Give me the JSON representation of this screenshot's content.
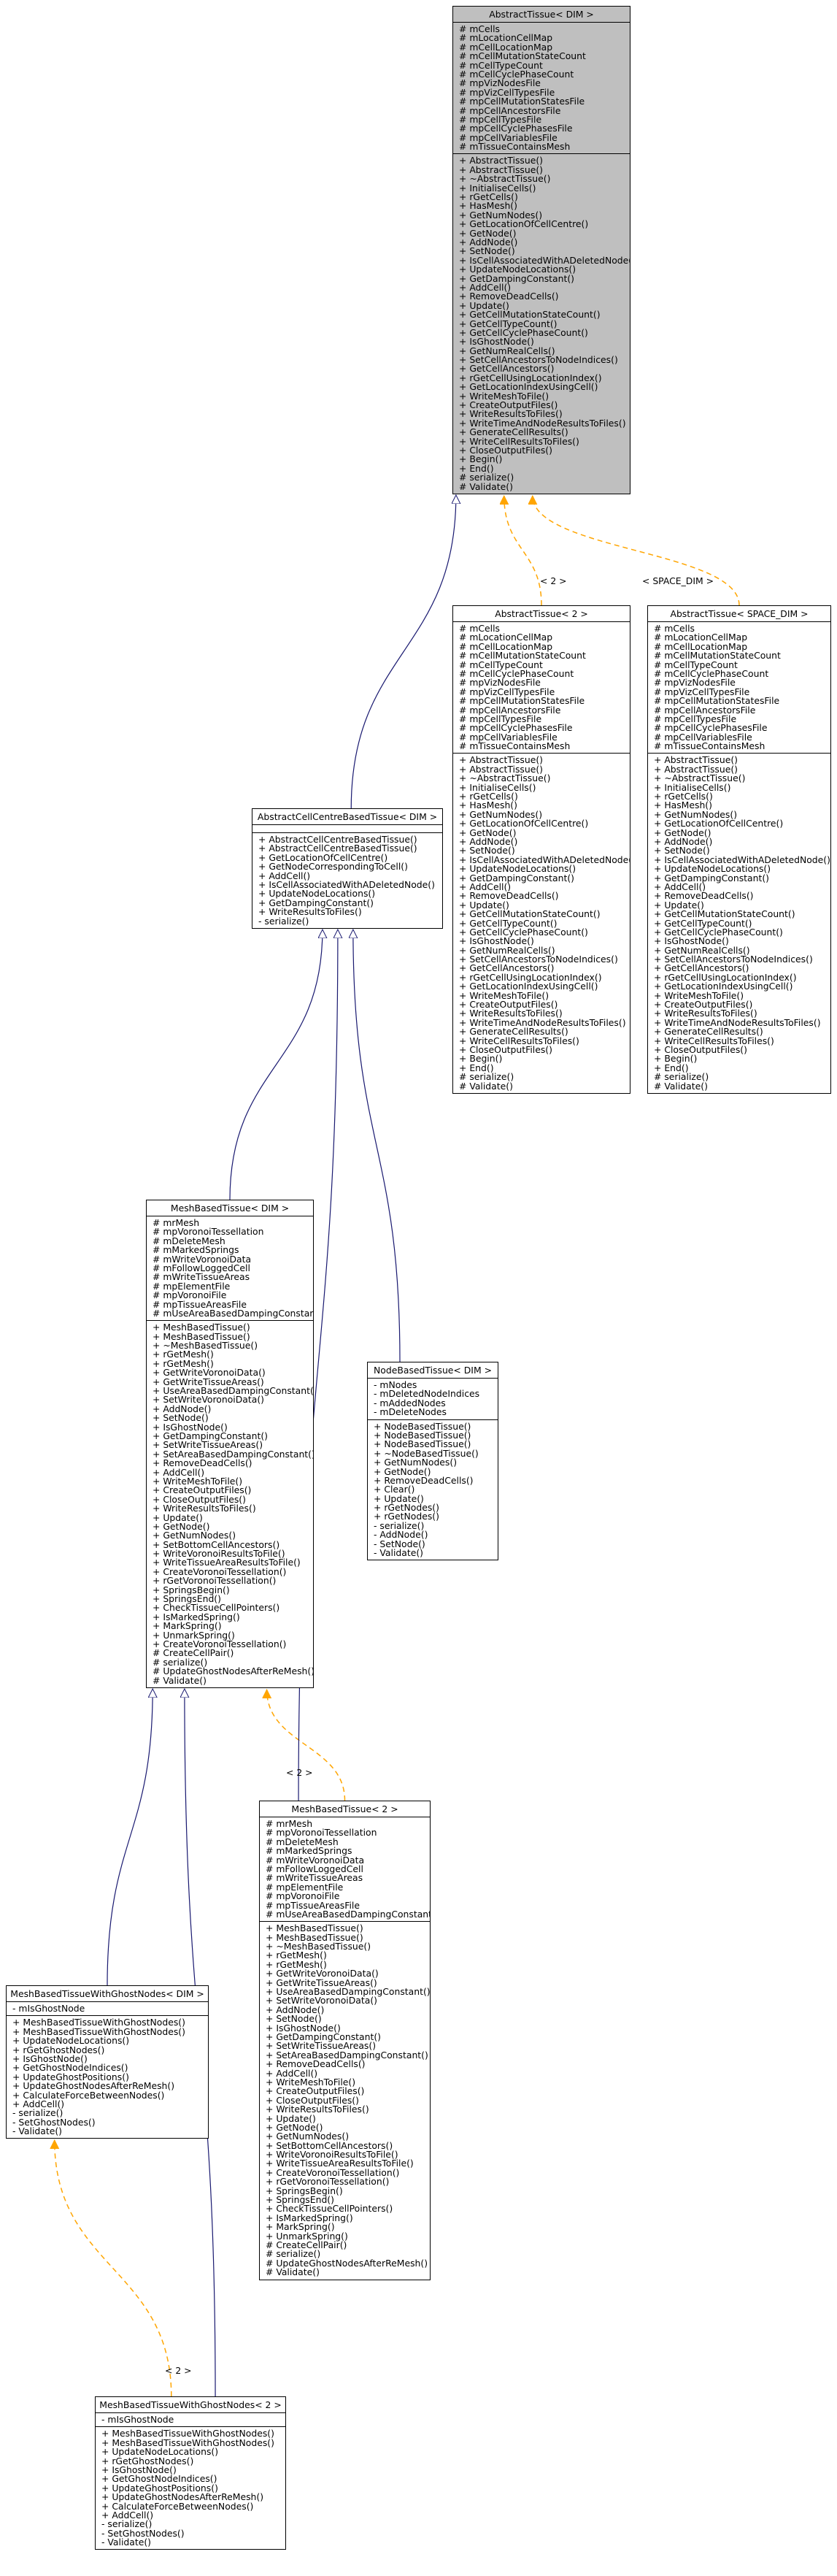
{
  "colors": {
    "inheritance": "#191970",
    "template": "#ffa500"
  },
  "classes": [
    {
      "id": "at_dim",
      "name": "AbstractTissue< DIM >",
      "highlight": true,
      "attributes": [
        "# mCells",
        "# mLocationCellMap",
        "# mCellLocationMap",
        "# mCellMutationStateCount",
        "# mCellTypeCount",
        "# mCellCyclePhaseCount",
        "# mpVizNodesFile",
        "# mpVizCellTypesFile",
        "# mpCellMutationStatesFile",
        "# mpCellAncestorsFile",
        "# mpCellTypesFile",
        "# mpCellCyclePhasesFile",
        "# mpCellVariablesFile",
        "# mTissueContainsMesh"
      ],
      "methods": [
        "+ AbstractTissue()",
        "+ AbstractTissue()",
        "+ ~AbstractTissue()",
        "+ InitialiseCells()",
        "+ rGetCells()",
        "+ HasMesh()",
        "+ GetNumNodes()",
        "+ GetLocationOfCellCentre()",
        "+ GetNode()",
        "+ AddNode()",
        "+ SetNode()",
        "+ IsCellAssociatedWithADeletedNode()",
        "+ UpdateNodeLocations()",
        "+ GetDampingConstant()",
        "+ AddCell()",
        "+ RemoveDeadCells()",
        "+ Update()",
        "+ GetCellMutationStateCount()",
        "+ GetCellTypeCount()",
        "+ GetCellCyclePhaseCount()",
        "+ IsGhostNode()",
        "+ GetNumRealCells()",
        "+ SetCellAncestorsToNodeIndices()",
        "+ GetCellAncestors()",
        "+ rGetCellUsingLocationIndex()",
        "+ GetLocationIndexUsingCell()",
        "+ WriteMeshToFile()",
        "+ CreateOutputFiles()",
        "+ WriteResultsToFiles()",
        "+ WriteTimeAndNodeResultsToFiles()",
        "+ GenerateCellResults()",
        "+ WriteCellResultsToFiles()",
        "+ CloseOutputFiles()",
        "+ Begin()",
        "+ End()",
        "# serialize()",
        "# Validate()"
      ]
    },
    {
      "id": "at_2",
      "name": "AbstractTissue< 2 >",
      "highlight": false,
      "attributes": [
        "# mCells",
        "# mLocationCellMap",
        "# mCellLocationMap",
        "# mCellMutationStateCount",
        "# mCellTypeCount",
        "# mCellCyclePhaseCount",
        "# mpVizNodesFile",
        "# mpVizCellTypesFile",
        "# mpCellMutationStatesFile",
        "# mpCellAncestorsFile",
        "# mpCellTypesFile",
        "# mpCellCyclePhasesFile",
        "# mpCellVariablesFile",
        "# mTissueContainsMesh"
      ],
      "methods": [
        "+ AbstractTissue()",
        "+ AbstractTissue()",
        "+ ~AbstractTissue()",
        "+ InitialiseCells()",
        "+ rGetCells()",
        "+ HasMesh()",
        "+ GetNumNodes()",
        "+ GetLocationOfCellCentre()",
        "+ GetNode()",
        "+ AddNode()",
        "+ SetNode()",
        "+ IsCellAssociatedWithADeletedNode()",
        "+ UpdateNodeLocations()",
        "+ GetDampingConstant()",
        "+ AddCell()",
        "+ RemoveDeadCells()",
        "+ Update()",
        "+ GetCellMutationStateCount()",
        "+ GetCellTypeCount()",
        "+ GetCellCyclePhaseCount()",
        "+ IsGhostNode()",
        "+ GetNumRealCells()",
        "+ SetCellAncestorsToNodeIndices()",
        "+ GetCellAncestors()",
        "+ rGetCellUsingLocationIndex()",
        "+ GetLocationIndexUsingCell()",
        "+ WriteMeshToFile()",
        "+ CreateOutputFiles()",
        "+ WriteResultsToFiles()",
        "+ WriteTimeAndNodeResultsToFiles()",
        "+ GenerateCellResults()",
        "+ WriteCellResultsToFiles()",
        "+ CloseOutputFiles()",
        "+ Begin()",
        "+ End()",
        "# serialize()",
        "# Validate()"
      ]
    },
    {
      "id": "at_space",
      "name": "AbstractTissue< SPACE_DIM >",
      "highlight": false,
      "attributes": [
        "# mCells",
        "# mLocationCellMap",
        "# mCellLocationMap",
        "# mCellMutationStateCount",
        "# mCellTypeCount",
        "# mCellCyclePhaseCount",
        "# mpVizNodesFile",
        "# mpVizCellTypesFile",
        "# mpCellMutationStatesFile",
        "# mpCellAncestorsFile",
        "# mpCellTypesFile",
        "# mpCellCyclePhasesFile",
        "# mpCellVariablesFile",
        "# mTissueContainsMesh"
      ],
      "methods": [
        "+ AbstractTissue()",
        "+ AbstractTissue()",
        "+ ~AbstractTissue()",
        "+ InitialiseCells()",
        "+ rGetCells()",
        "+ HasMesh()",
        "+ GetNumNodes()",
        "+ GetLocationOfCellCentre()",
        "+ GetNode()",
        "+ AddNode()",
        "+ SetNode()",
        "+ IsCellAssociatedWithADeletedNode()",
        "+ UpdateNodeLocations()",
        "+ GetDampingConstant()",
        "+ AddCell()",
        "+ RemoveDeadCells()",
        "+ Update()",
        "+ GetCellMutationStateCount()",
        "+ GetCellTypeCount()",
        "+ GetCellCyclePhaseCount()",
        "+ IsGhostNode()",
        "+ GetNumRealCells()",
        "+ SetCellAncestorsToNodeIndices()",
        "+ GetCellAncestors()",
        "+ rGetCellUsingLocationIndex()",
        "+ GetLocationIndexUsingCell()",
        "+ WriteMeshToFile()",
        "+ CreateOutputFiles()",
        "+ WriteResultsToFiles()",
        "+ WriteTimeAndNodeResultsToFiles()",
        "+ GenerateCellResults()",
        "+ WriteCellResultsToFiles()",
        "+ CloseOutputFiles()",
        "+ Begin()",
        "+ End()",
        "# serialize()",
        "# Validate()"
      ]
    },
    {
      "id": "accbt",
      "name": "AbstractCellCentreBasedTissue< DIM >",
      "highlight": false,
      "attributes": [],
      "methods": [
        "+ AbstractCellCentreBasedTissue()",
        "+ AbstractCellCentreBasedTissue()",
        "+ GetLocationOfCellCentre()",
        "+ GetNodeCorrespondingToCell()",
        "+ AddCell()",
        "+ IsCellAssociatedWithADeletedNode()",
        "+ UpdateNodeLocations()",
        "+ GetDampingConstant()",
        "+ WriteResultsToFiles()",
        "- serialize()"
      ]
    },
    {
      "id": "mbt_dim",
      "name": "MeshBasedTissue< DIM >",
      "highlight": false,
      "attributes": [
        "# mrMesh",
        "# mpVoronoiTessellation",
        "# mDeleteMesh",
        "# mMarkedSprings",
        "# mWriteVoronoiData",
        "# mFollowLoggedCell",
        "# mWriteTissueAreas",
        "# mpElementFile",
        "# mpVoronoiFile",
        "# mpTissueAreasFile",
        "# mUseAreaBasedDampingConstant"
      ],
      "methods": [
        "+ MeshBasedTissue()",
        "+ MeshBasedTissue()",
        "+ ~MeshBasedTissue()",
        "+ rGetMesh()",
        "+ rGetMesh()",
        "+ GetWriteVoronoiData()",
        "+ GetWriteTissueAreas()",
        "+ UseAreaBasedDampingConstant()",
        "+ SetWriteVoronoiData()",
        "+ AddNode()",
        "+ SetNode()",
        "+ IsGhostNode()",
        "+ GetDampingConstant()",
        "+ SetWriteTissueAreas()",
        "+ SetAreaBasedDampingConstant()",
        "+ RemoveDeadCells()",
        "+ AddCell()",
        "+ WriteMeshToFile()",
        "+ CreateOutputFiles()",
        "+ CloseOutputFiles()",
        "+ WriteResultsToFiles()",
        "+ Update()",
        "+ GetNode()",
        "+ GetNumNodes()",
        "+ SetBottomCellAncestors()",
        "+ WriteVoronoiResultsToFile()",
        "+ WriteTissueAreaResultsToFile()",
        "+ CreateVoronoiTessellation()",
        "+ rGetVoronoiTessellation()",
        "+ SpringsBegin()",
        "+ SpringsEnd()",
        "+ CheckTissueCellPointers()",
        "+ IsMarkedSpring()",
        "+ MarkSpring()",
        "+ UnmarkSpring()",
        "+ CreateVoronoiTessellation()",
        "# CreateCellPair()",
        "# serialize()",
        "# UpdateGhostNodesAfterReMesh()",
        "# Validate()"
      ]
    },
    {
      "id": "nbt_dim",
      "name": "NodeBasedTissue< DIM >",
      "highlight": false,
      "attributes": [
        "- mNodes",
        "- mDeletedNodeIndices",
        "- mAddedNodes",
        "- mDeleteNodes"
      ],
      "methods": [
        "+ NodeBasedTissue()",
        "+ NodeBasedTissue()",
        "+ NodeBasedTissue()",
        "+ ~NodeBasedTissue()",
        "+ GetNumNodes()",
        "+ GetNode()",
        "+ RemoveDeadCells()",
        "+ Clear()",
        "+ Update()",
        "+ rGetNodes()",
        "+ rGetNodes()",
        "- serialize()",
        "- AddNode()",
        "- SetNode()",
        "- Validate()"
      ]
    },
    {
      "id": "mbt_2",
      "name": "MeshBasedTissue< 2 >",
      "highlight": false,
      "attributes": [
        "# mrMesh",
        "# mpVoronoiTessellation",
        "# mDeleteMesh",
        "# mMarkedSprings",
        "# mWriteVoronoiData",
        "# mFollowLoggedCell",
        "# mWriteTissueAreas",
        "# mpElementFile",
        "# mpVoronoiFile",
        "# mpTissueAreasFile",
        "# mUseAreaBasedDampingConstant"
      ],
      "methods": [
        "+ MeshBasedTissue()",
        "+ MeshBasedTissue()",
        "+ ~MeshBasedTissue()",
        "+ rGetMesh()",
        "+ rGetMesh()",
        "+ GetWriteVoronoiData()",
        "+ GetWriteTissueAreas()",
        "+ UseAreaBasedDampingConstant()",
        "+ SetWriteVoronoiData()",
        "+ AddNode()",
        "+ SetNode()",
        "+ IsGhostNode()",
        "+ GetDampingConstant()",
        "+ SetWriteTissueAreas()",
        "+ SetAreaBasedDampingConstant()",
        "+ RemoveDeadCells()",
        "+ AddCell()",
        "+ WriteMeshToFile()",
        "+ CreateOutputFiles()",
        "+ CloseOutputFiles()",
        "+ WriteResultsToFiles()",
        "+ Update()",
        "+ GetNode()",
        "+ GetNumNodes()",
        "+ SetBottomCellAncestors()",
        "+ WriteVoronoiResultsToFile()",
        "+ WriteTissueAreaResultsToFile()",
        "+ CreateVoronoiTessellation()",
        "+ rGetVoronoiTessellation()",
        "+ SpringsBegin()",
        "+ SpringsEnd()",
        "+ CheckTissueCellPointers()",
        "+ IsMarkedSpring()",
        "+ MarkSpring()",
        "+ UnmarkSpring()",
        "# CreateCellPair()",
        "# serialize()",
        "# UpdateGhostNodesAfterReMesh()",
        "# Validate()"
      ]
    },
    {
      "id": "mbtwgn_dim",
      "name": "MeshBasedTissueWithGhostNodes< DIM >",
      "highlight": false,
      "attributes": [
        "- mIsGhostNode"
      ],
      "methods": [
        "+ MeshBasedTissueWithGhostNodes()",
        "+ MeshBasedTissueWithGhostNodes()",
        "+ UpdateNodeLocations()",
        "+ rGetGhostNodes()",
        "+ IsGhostNode()",
        "+ GetGhostNodeIndices()",
        "+ UpdateGhostPositions()",
        "+ UpdateGhostNodesAfterReMesh()",
        "+ CalculateForceBetweenNodes()",
        "+ AddCell()",
        "- serialize()",
        "- SetGhostNodes()",
        "- Validate()"
      ]
    },
    {
      "id": "mbtwgn_2",
      "name": "MeshBasedTissueWithGhostNodes< 2 >",
      "highlight": false,
      "attributes": [
        "- mIsGhostNode"
      ],
      "methods": [
        "+ MeshBasedTissueWithGhostNodes()",
        "+ MeshBasedTissueWithGhostNodes()",
        "+ UpdateNodeLocations()",
        "+ rGetGhostNodes()",
        "+ IsGhostNode()",
        "+ GetGhostNodeIndices()",
        "+ UpdateGhostPositions()",
        "+ UpdateGhostNodesAfterReMesh()",
        "+ CalculateForceBetweenNodes()",
        "+ AddCell()",
        "- serialize()",
        "- SetGhostNodes()",
        "- Validate()"
      ]
    }
  ],
  "edge_labels": {
    "at_2": "< 2 >",
    "at_space": "< SPACE_DIM >",
    "mbt_2": "< 2 >",
    "mbtwgn_2": "< 2 >"
  }
}
